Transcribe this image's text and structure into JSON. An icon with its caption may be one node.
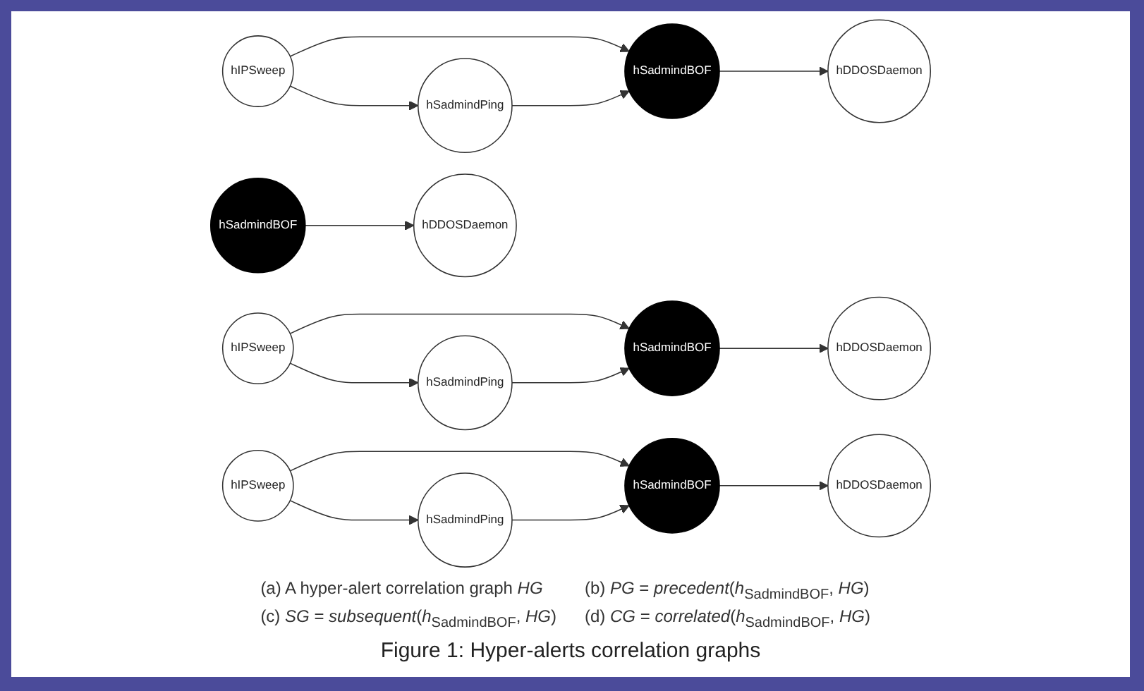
{
  "diagram": {
    "caption": "Figure 1: Hyper-alerts correlation graphs",
    "nodes": [
      {
        "text": [
          "hIPSweep"
        ]
      },
      {
        "text": [
          "hSadmindBOF"
        ]
      },
      {
        "text": [
          "hDDOSDaemon"
        ]
      },
      {
        "text": [
          "hSadmindPing"
        ]
      },
      {
        "text": [
          "hIPSweep"
        ]
      },
      {
        "text": [
          "hSadmindBOF"
        ]
      },
      {
        "text": [
          "hDDOSDaemon"
        ]
      },
      {
        "text": [
          "hSadmindPing"
        ]
      },
      {
        "text": [
          "hSadmindBOF"
        ]
      },
      {
        "text": [
          "hDDOSDaemon"
        ]
      },
      {
        "text": [
          "hIPSweep"
        ]
      },
      {
        "text": [
          "hSadmindBOF"
        ]
      },
      {
        "text": [
          "hDDOSDaemon"
        ]
      },
      {
        "text": [
          "hSadmindPing"
        ]
      }
    ],
    "edges": [
      {
        "from": 0,
        "to": 1,
        "arrow": "to"
      },
      {
        "from": 1,
        "to": 2,
        "arrow": "to"
      },
      {
        "from": 0,
        "to": 3,
        "arrow": "to"
      },
      {
        "from": 3,
        "to": 1,
        "arrow": "to"
      },
      {
        "from": 4,
        "to": 5,
        "arrow": "to"
      },
      {
        "from": 5,
        "to": 6,
        "arrow": "to"
      },
      {
        "from": 4,
        "to": 7,
        "arrow": "to"
      },
      {
        "from": 7,
        "to": 5,
        "arrow": "to"
      },
      {
        "from": 8,
        "to": 9,
        "arrow": "to"
      },
      {
        "from": 10,
        "to": 11,
        "arrow": "to"
      },
      {
        "from": 11,
        "to": 12,
        "arrow": "to"
      },
      {
        "from": 10,
        "to": 13,
        "arrow": "to"
      },
      {
        "from": 13,
        "to": 11,
        "arrow": "to"
      }
    ],
    "labels": [
      "(a) A hyper-alert correlation graph *HG*",
      "(b) *PG* = *precedent*(*h*$_{SadmindBOF}$, *HG*)",
      "(c) *SG* = *subsequent*(*h*$_{SadmindBOF}$, *HG*)",
      "(d) *CG* = *correlated*(*h*$_{SadmindBOF}$, *HG*)"
    ]
  }
}
